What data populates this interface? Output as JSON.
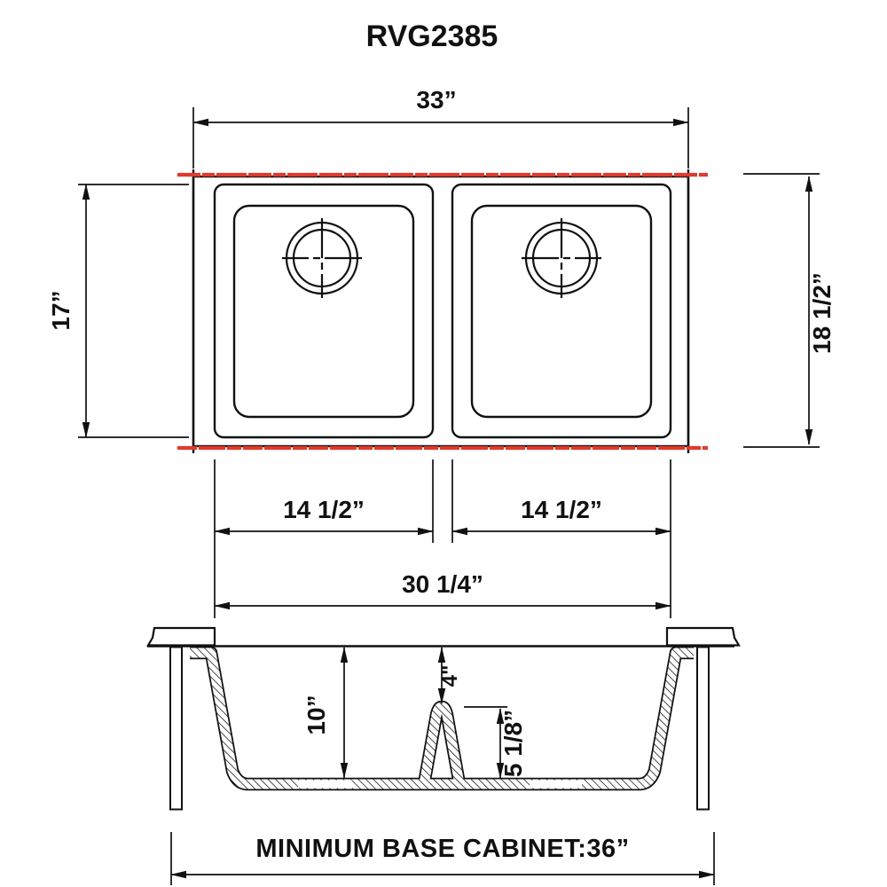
{
  "title": "RVG2385",
  "colors": {
    "line": "#111111",
    "accent_red": "#e0392e",
    "background": "#ffffff"
  },
  "top_view": {
    "overall_width_label": "33”",
    "bowl_front_back_label": "17”",
    "overall_front_back_label": "18 1/2”",
    "left_bowl_width_label": "14 1/2”",
    "right_bowl_width_label": "14 1/2”",
    "bowls_span_label": "30 1/4”"
  },
  "section_view": {
    "bowl_depth_label": "10”",
    "divider_drop_label": "4\"",
    "divider_side_depth_label": "5 1/8”",
    "cabinet_label": "MINIMUM BASE CABINET:36”"
  }
}
